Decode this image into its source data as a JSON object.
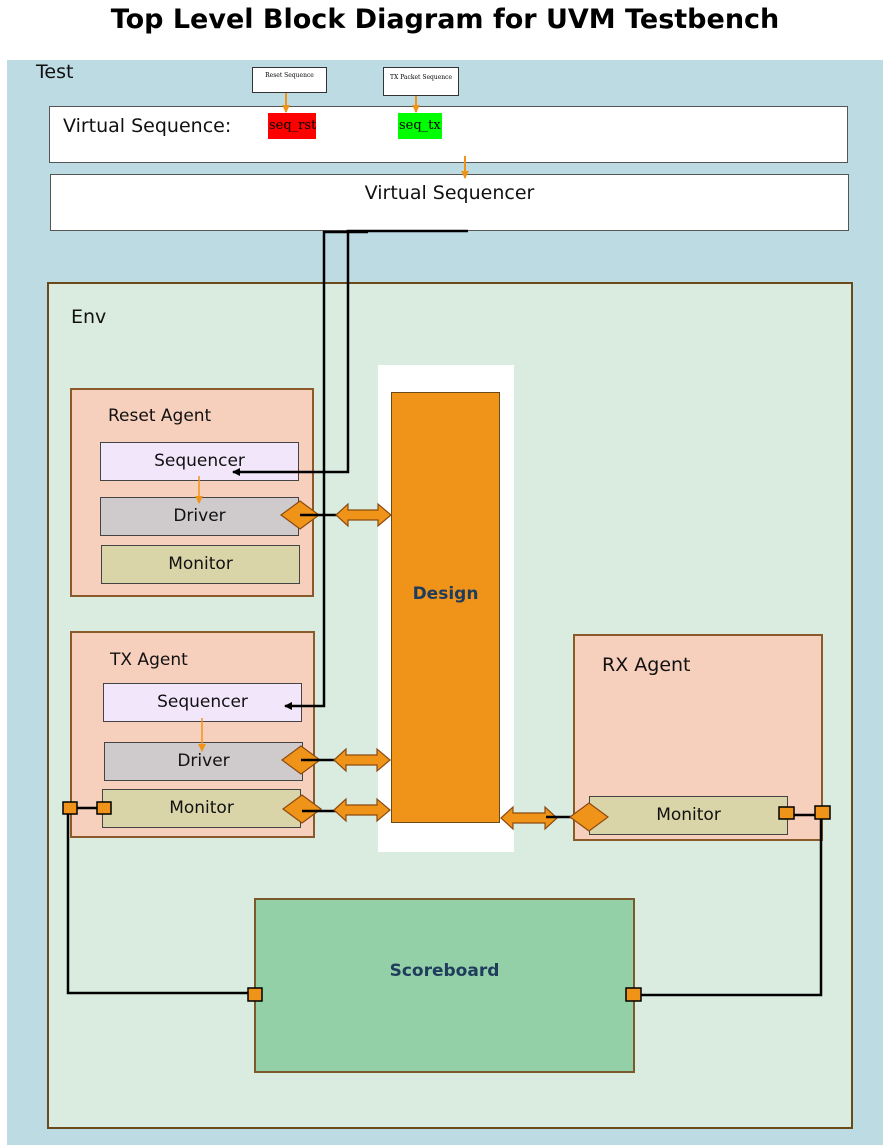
{
  "title": "Top Level Block Diagram for UVM Testbench",
  "test": {
    "label": "Test"
  },
  "sequences": {
    "reset": "Reset Sequence",
    "tx": "TX Packet Sequence"
  },
  "virtual_sequence": {
    "label": "Virtual Sequence:",
    "rst": "seq_rst",
    "tx": "seq_tx"
  },
  "virtual_sequencer": {
    "label": "Virtual Sequencer"
  },
  "env": {
    "label": "Env"
  },
  "design": {
    "label": "Design"
  },
  "reset_agent": {
    "label": "Reset Agent",
    "sequencer": "Sequencer",
    "driver": "Driver",
    "monitor": "Monitor"
  },
  "tx_agent": {
    "label": "TX Agent",
    "sequencer": "Sequencer",
    "driver": "Driver",
    "monitor": "Monitor"
  },
  "rx_agent": {
    "label": "RX Agent",
    "monitor": "Monitor"
  },
  "scoreboard": {
    "label": "Scoreboard"
  },
  "colors": {
    "test_bg": "#bcdbe3",
    "env_bg": "#daece0",
    "design": "#f09419",
    "agent": "#f7cfbd",
    "sequencer": "#f2e6fb",
    "driver": "#cfcbcc",
    "monitor": "#dad5a8",
    "scoreboard": "#93d0a8",
    "seq_rst": "#ff0000",
    "seq_tx": "#00ff00",
    "arrow": "#f09419"
  }
}
